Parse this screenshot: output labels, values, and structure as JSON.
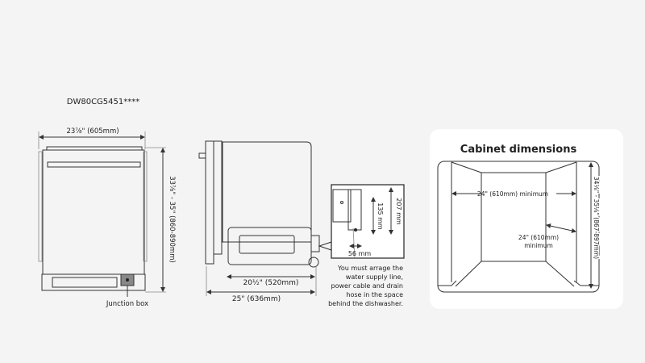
{
  "model": "DW80CG5451****",
  "front_view": {
    "width_label": "23⅞\" (605mm)",
    "height_label": "33⅞\" - 35\" (860-890mm)",
    "junction_box_label": "Junction box"
  },
  "side_view": {
    "depth_body_label": "20½\" (520mm)",
    "depth_total_label": "25\" (636mm)",
    "inset": {
      "dim_207": "207 mm",
      "dim_135": "135 mm",
      "dim_56": "56 mm"
    },
    "note_lines": [
      "You must arrage the",
      "water supply line,",
      "power cable and drain",
      "hose in the space",
      "behind the dishwasher."
    ]
  },
  "cabinet": {
    "title": "Cabinet dimensions",
    "width_label": "24\" (610mm) minimum",
    "depth_label_1": "24\" (610mm)",
    "depth_label_2": "minimum",
    "height_label": "34⅛\" - 35⅛\" (867-897mm)"
  }
}
